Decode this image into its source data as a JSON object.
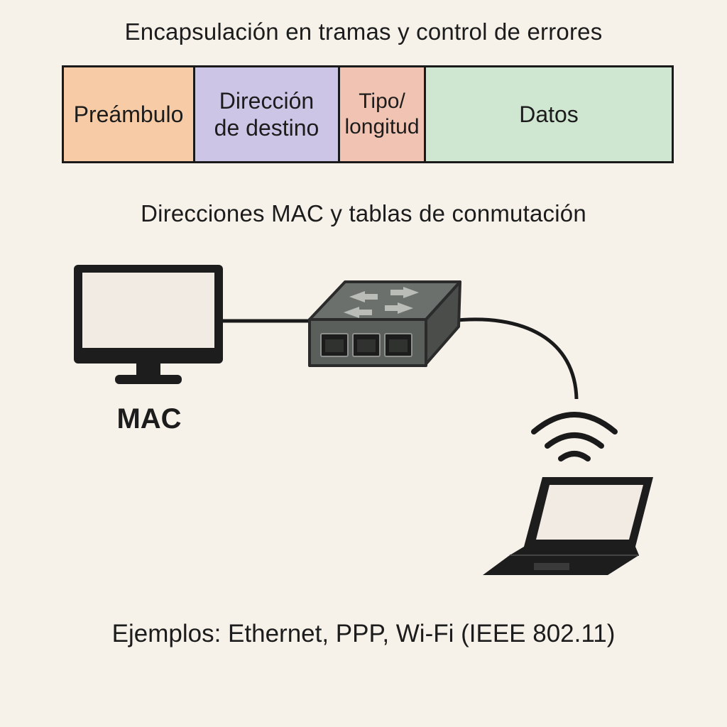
{
  "titles": {
    "framing": "Encapsulación en tramas y control de errores",
    "mac": "Direcciones MAC y tablas de conmutación"
  },
  "frame_fields": [
    {
      "label": "Preámbulo",
      "color": "#f6cba6"
    },
    {
      "label": "Dirección\nde destino",
      "color": "#cdc5e6"
    },
    {
      "label": "Tipo/\nlongitud",
      "color": "#f0c3b2"
    },
    {
      "label": "Datos",
      "color": "#cfe6d0"
    }
  ],
  "devices": {
    "computer_label": "MAC",
    "computer_icon": "desktop-monitor-icon",
    "switch_icon": "network-switch-icon",
    "wireless_icon": "wifi-signal-icon",
    "laptop_icon": "laptop-icon"
  },
  "caption": "Ejemplos: Ethernet, PPP, Wi-Fi (IEEE 802.11)"
}
